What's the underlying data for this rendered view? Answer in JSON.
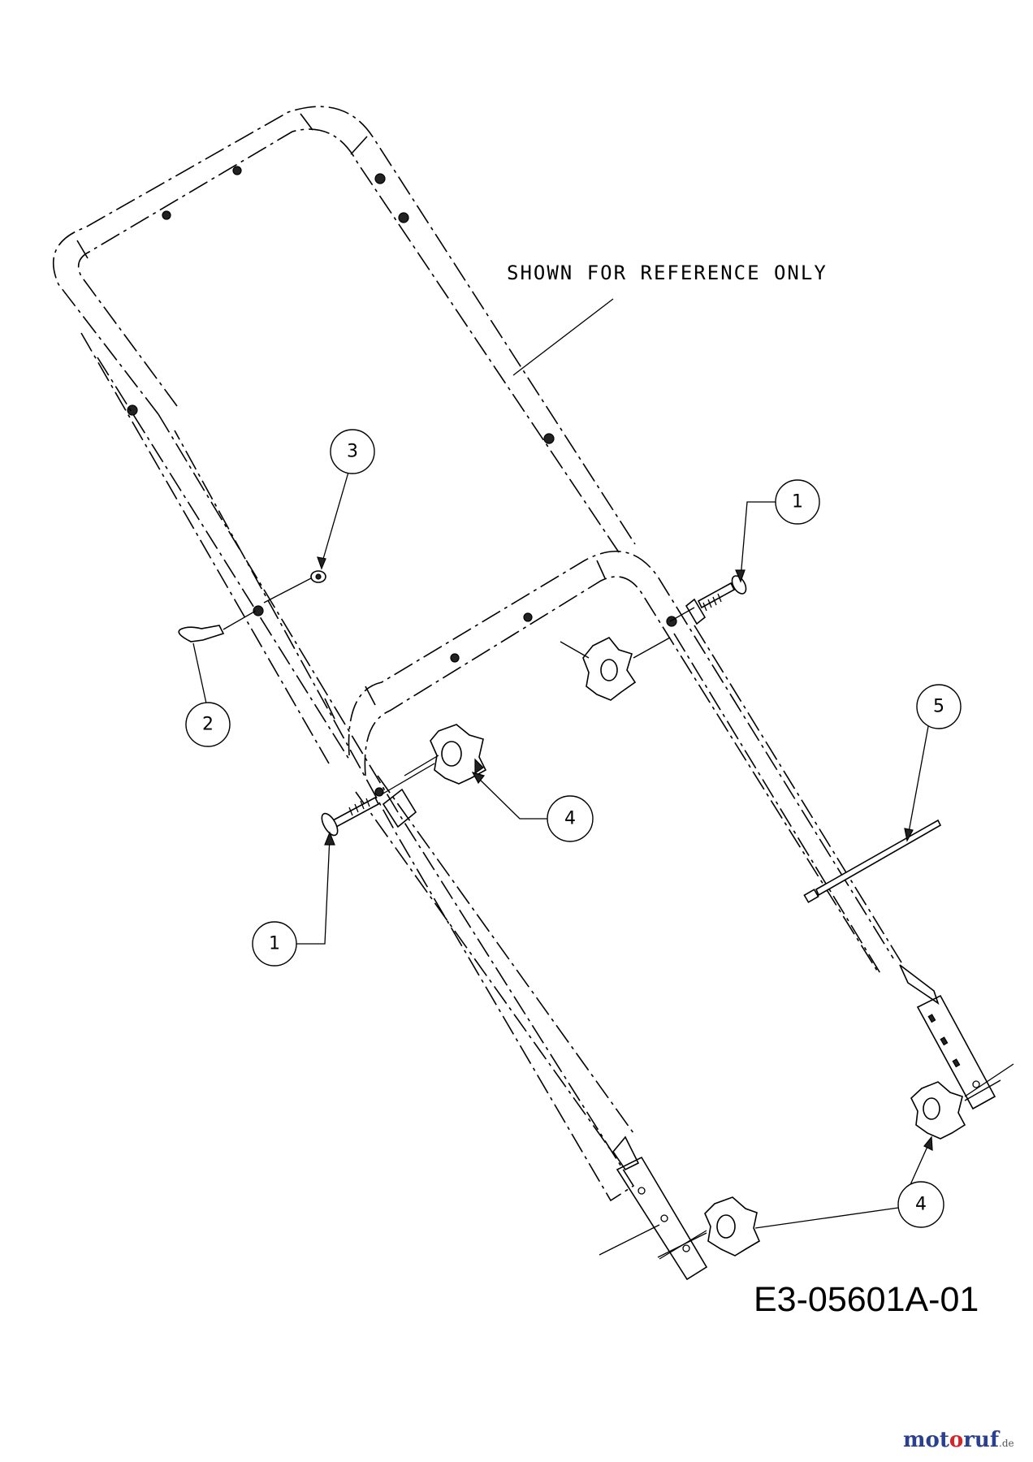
{
  "diagram": {
    "reference_note": "SHOWN FOR REFERENCE ONLY",
    "drawing_code": "E3-05601A-01",
    "watermark": {
      "part1": "mot",
      "part2": "o",
      "part3": "ruf",
      "tld": ".de"
    },
    "callouts": [
      {
        "id": "callout-1-upper",
        "number": "1",
        "part": "carriage-bolt"
      },
      {
        "id": "callout-1-lower",
        "number": "1",
        "part": "carriage-bolt"
      },
      {
        "id": "callout-2",
        "number": "2",
        "part": "cable-guide-hook"
      },
      {
        "id": "callout-3",
        "number": "3",
        "part": "nut"
      },
      {
        "id": "callout-4-upper",
        "number": "4",
        "part": "star-knob"
      },
      {
        "id": "callout-4-lower",
        "number": "4",
        "part": "star-knob"
      },
      {
        "id": "callout-5",
        "number": "5",
        "part": "cable-tie"
      }
    ]
  }
}
